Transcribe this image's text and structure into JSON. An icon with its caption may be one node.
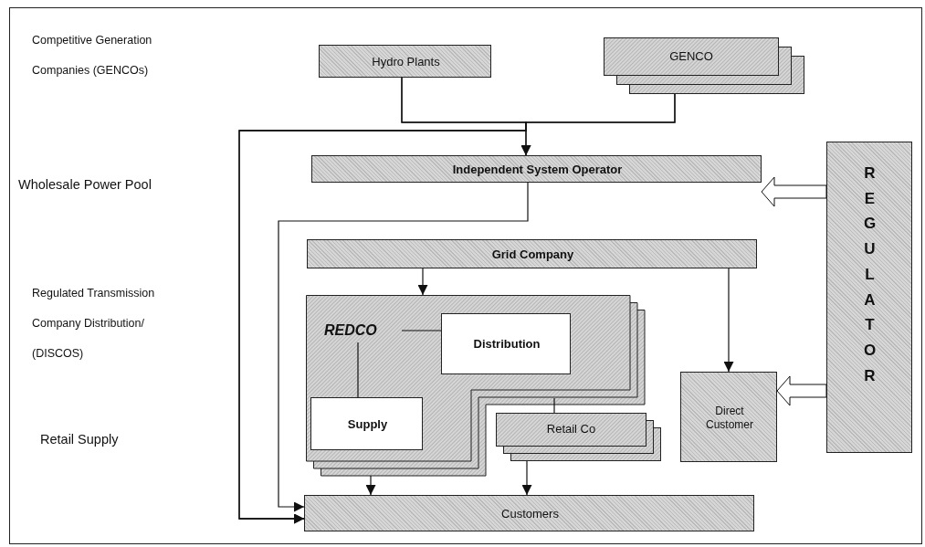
{
  "diagram": {
    "nodes": [
      {
        "text": [
          "Hydro Plants"
        ]
      },
      {
        "text": [
          "GENCO"
        ]
      },
      {
        "text": [
          "Independent System Operator"
        ]
      },
      {
        "text": [
          "Grid Company"
        ]
      },
      {
        "text": [
          "REDCO"
        ]
      },
      {
        "text": [
          "Distribution"
        ],
        "in": 4
      },
      {
        "text": [
          "Supply"
        ],
        "in": 4
      },
      {
        "text": [
          "Retail Co"
        ]
      },
      {
        "text": [
          "Direct Customer"
        ]
      },
      {
        "text": [
          "REGULATOR"
        ]
      },
      {
        "text": [
          "Customers"
        ]
      }
    ],
    "edges": [
      {
        "from": 0,
        "to": 2,
        "arrow": "to"
      },
      {
        "from": 1,
        "to": 2,
        "arrow": "to"
      },
      {
        "from": 0,
        "to": 10,
        "arrow": "to"
      },
      {
        "from": 1,
        "to": 10,
        "arrow": "to"
      },
      {
        "from": 2,
        "to": 10,
        "arrow": "to"
      },
      {
        "from": 3,
        "to": 4,
        "arrow": "to"
      },
      {
        "from": 3,
        "to": 8,
        "arrow": "to"
      },
      {
        "from": 4,
        "to": 5,
        "arrow": "none"
      },
      {
        "from": 4,
        "to": 6,
        "arrow": "none"
      },
      {
        "from": 4,
        "to": 7,
        "arrow": "none"
      },
      {
        "from": 4,
        "to": 10,
        "arrow": "to"
      },
      {
        "from": 7,
        "to": 10,
        "arrow": "to"
      },
      {
        "from": 9,
        "to": 2,
        "arrow": "to",
        "style": "thick"
      },
      {
        "from": 9,
        "to": 8,
        "arrow": "to",
        "style": "thick"
      }
    ],
    "labels": [
      "Competitive Generation Companies (GENCOs)",
      "Wholesale Power Pool",
      "Regulated Transmission Company Distribution/ (DISCOS)",
      "Retail Supply"
    ]
  }
}
